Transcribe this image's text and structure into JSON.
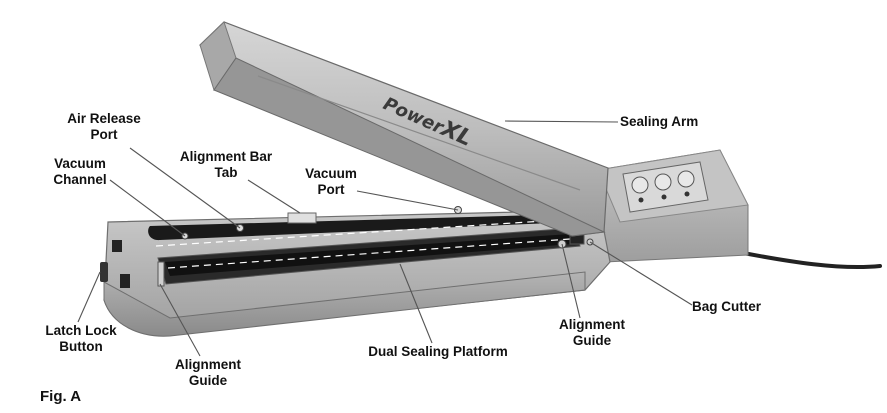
{
  "figure": {
    "caption": "Fig. A",
    "brand": "PowerXL",
    "brand_main": "Power",
    "brand_accent": "XL"
  },
  "labels": {
    "air_release_port": [
      "Air Release",
      "Port"
    ],
    "vacuum_channel": [
      "Vacuum",
      "Channel"
    ],
    "alignment_bar_tab": [
      "Alignment Bar",
      "Tab"
    ],
    "vacuum_port": [
      "Vacuum",
      "Port"
    ],
    "sealing_arm": "Sealing Arm",
    "bag_cutter": "Bag Cutter",
    "alignment_guide_right": [
      "Alignment",
      "Guide"
    ],
    "latch_lock_button": [
      "Latch Lock",
      "Button"
    ],
    "alignment_guide_left": [
      "Alignment",
      "Guide"
    ],
    "dual_sealing_platform": "Dual Sealing Platform"
  },
  "colors": {
    "body": "#b9b9b9",
    "body_dark": "#8e8e8e",
    "channel": "#1a1a1a",
    "leader": "#555555",
    "text": "#111111"
  }
}
